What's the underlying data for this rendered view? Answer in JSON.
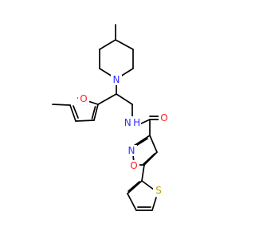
{
  "diagram": {
    "type": "chemical-structure",
    "atom_labels": {
      "piperidine_nitrogen": "N",
      "furan_oxygen": "O",
      "amide_nitrogen_hydrogen": "N H",
      "carbonyl_oxygen": "O",
      "isoxazole_nitrogen": "N",
      "isoxazole_oxygen": "O",
      "thiophene_sulfur": "S"
    },
    "colors": {
      "bond": "#000000",
      "nitrogen": "#3030ff",
      "oxygen": "#ff2020",
      "sulfur": "#b8a200"
    }
  }
}
